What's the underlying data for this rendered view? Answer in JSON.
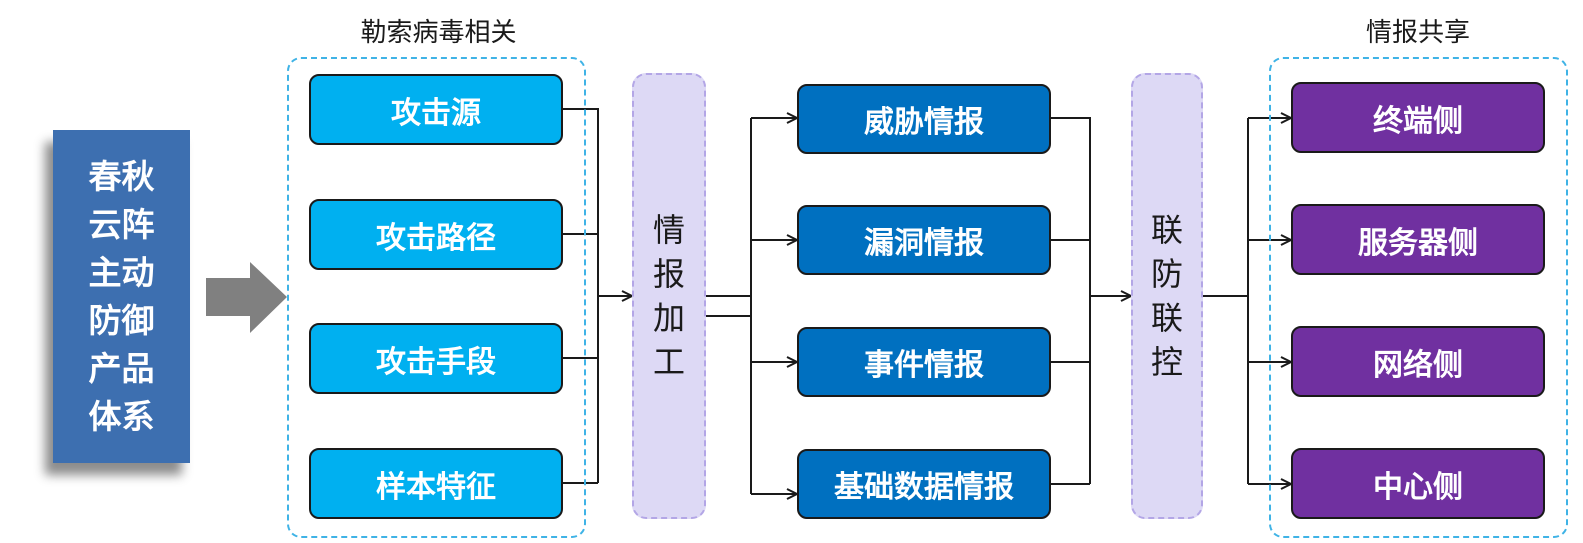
{
  "product": {
    "label": "春秋云阵主动防御产品体系"
  },
  "groups": {
    "ransomware_title": "勒索病毒相关",
    "share_title": "情报共享"
  },
  "sources": [
    {
      "label": "攻击源"
    },
    {
      "label": "攻击路径"
    },
    {
      "label": "攻击手段"
    },
    {
      "label": "样本特征"
    }
  ],
  "processing": {
    "label": "情报加工"
  },
  "intel": [
    {
      "label": "威胁情报"
    },
    {
      "label": "漏洞情报"
    },
    {
      "label": "事件情报"
    },
    {
      "label": "基础数据情报"
    }
  ],
  "joint": {
    "label": "联防联控"
  },
  "sharing": [
    {
      "label": "终端侧"
    },
    {
      "label": "服务器侧"
    },
    {
      "label": "网络侧"
    },
    {
      "label": "中心侧"
    }
  ],
  "colors": {
    "product": "#3d6fb0",
    "source_box": "#00b0f0",
    "intel_box": "#0070c0",
    "sharing_box": "#7030a0",
    "process_fill": "#ddd9f5",
    "group_border": "#3fb3e6",
    "arrow_gray": "#808080"
  }
}
